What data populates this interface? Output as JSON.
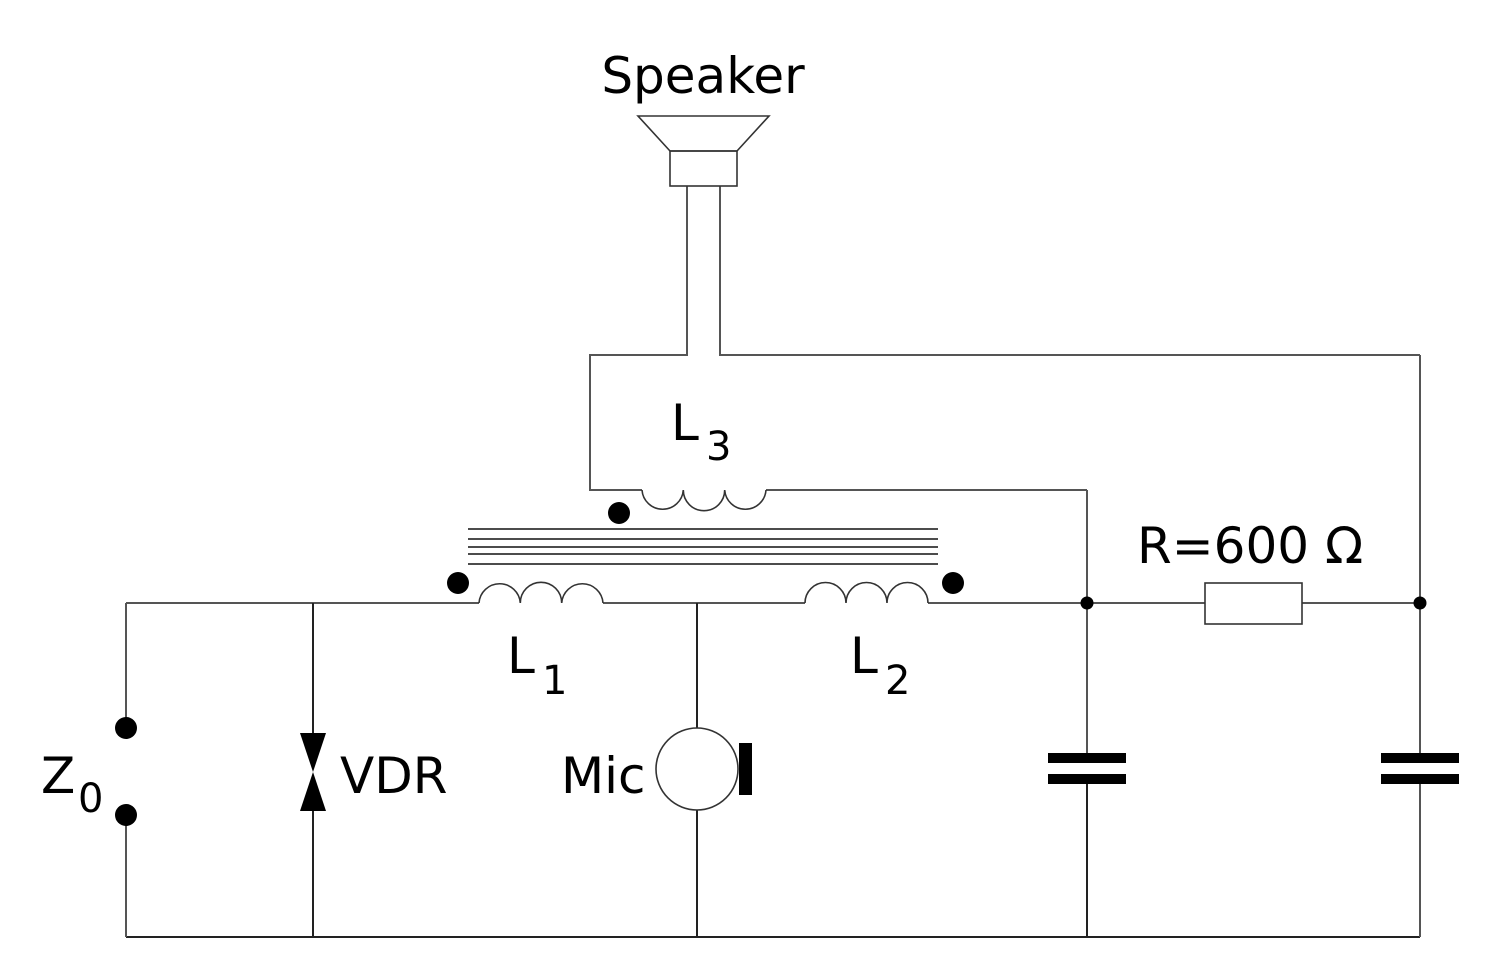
{
  "diagram": {
    "type": "circuit-schematic",
    "components": {
      "speaker": {
        "label": "Speaker",
        "kind": "loudspeaker"
      },
      "transformer": {
        "kind": "iron-core transformer",
        "windings": [
          {
            "id": "L1",
            "label_main": "L",
            "label_sub": "1"
          },
          {
            "id": "L2",
            "label_main": "L",
            "label_sub": "2"
          },
          {
            "id": "L3",
            "label_main": "L",
            "label_sub": "3"
          }
        ]
      },
      "line_terminals": {
        "label_main": "Z",
        "label_sub": "0"
      },
      "vdr": {
        "label": "VDR",
        "kind": "voltage-dependent resistor"
      },
      "microphone": {
        "label": "Mic"
      },
      "resistor": {
        "label": "R=600 Ω",
        "value_ohms": 600
      },
      "capacitors": [
        {
          "id": "C1"
        },
        {
          "id": "C2"
        }
      ]
    },
    "colors": {
      "line": "#000000",
      "background": "#ffffff"
    }
  }
}
